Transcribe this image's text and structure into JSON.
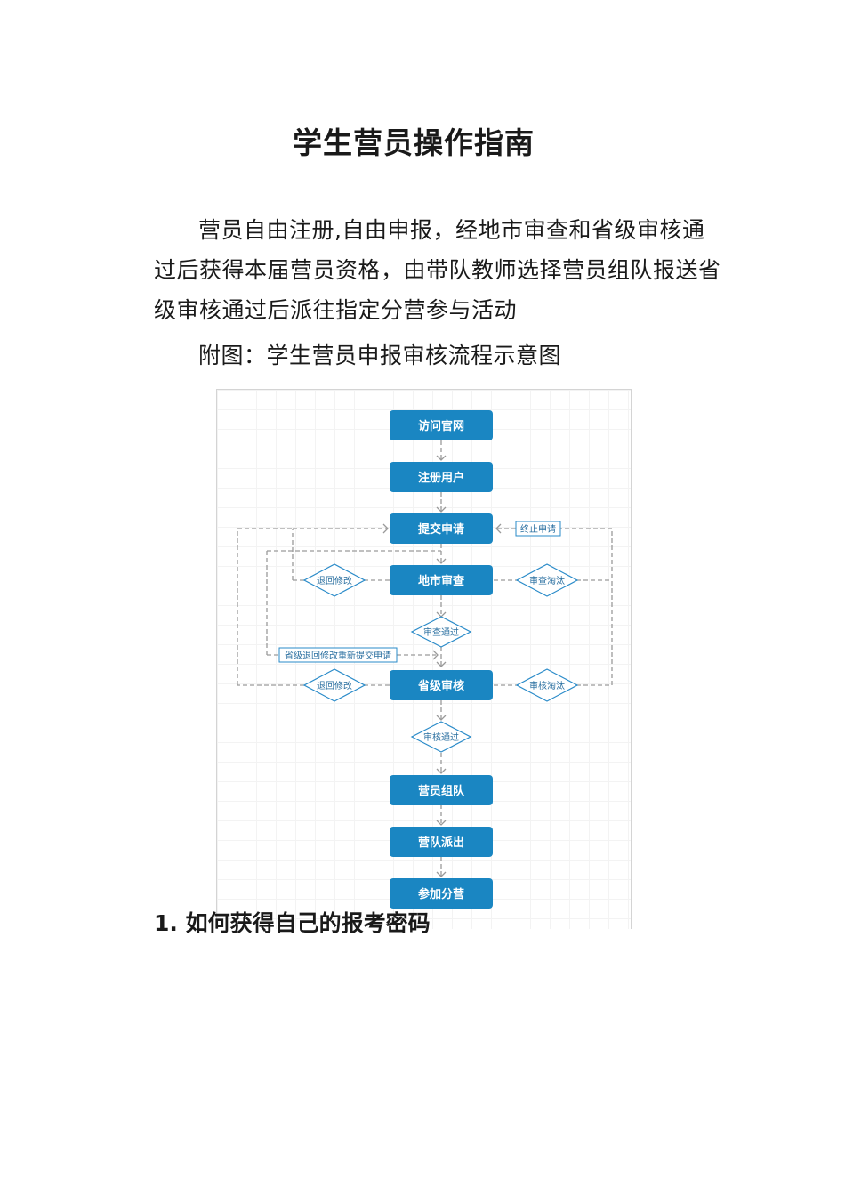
{
  "document": {
    "title": "学生营员操作指南",
    "paragraph": "营员自由注册,自由申报，经地市审查和省级审核通过后获得本届营员资格，由带队教师选择营员组队报送省 级审核通过后派往指定分营参与活动",
    "caption": "附图：学生营员申报审核流程示意图",
    "section_heading": "1. 如何获得自己的报考密码"
  },
  "flowchart": {
    "steps": [
      "访问官网",
      "注册用户",
      "提交申请",
      "地市审查",
      "省级审核",
      "营员组队",
      "营队派出",
      "参加分营"
    ],
    "decisions": {
      "city_return": "退回修改",
      "city_reject": "审查淘汰",
      "city_pass": "审查通过",
      "province_return": "退回修改",
      "province_reject": "审核淘汰",
      "province_pass": "审核通过"
    },
    "labels": {
      "terminate": "终止申请",
      "resubmit": "省级退回修改重新提交申请"
    },
    "colors": {
      "box": "#1a86c2",
      "diamond_border": "#2a8bc9",
      "connector": "#9a9a9a"
    }
  }
}
